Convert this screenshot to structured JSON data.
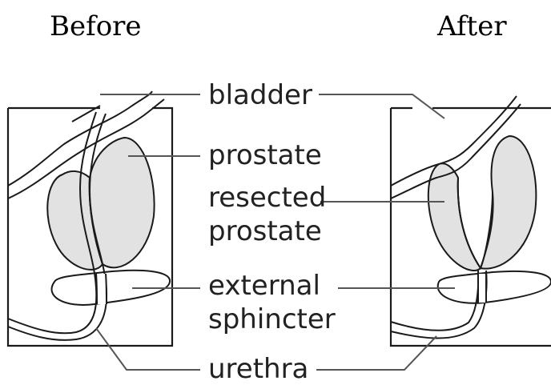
{
  "headings": {
    "before": "Before",
    "after": "After"
  },
  "labels": {
    "bladder": "bladder",
    "prostate": "prostate",
    "resected_line1": "resected",
    "resected_line2": "prostate",
    "external_line1": "external",
    "external_line2": "sphincter",
    "urethra": "urethra"
  },
  "colors": {
    "outline": "#1a1a1a",
    "prostate_fill": "#e2e2e2",
    "leader": "#555555"
  }
}
